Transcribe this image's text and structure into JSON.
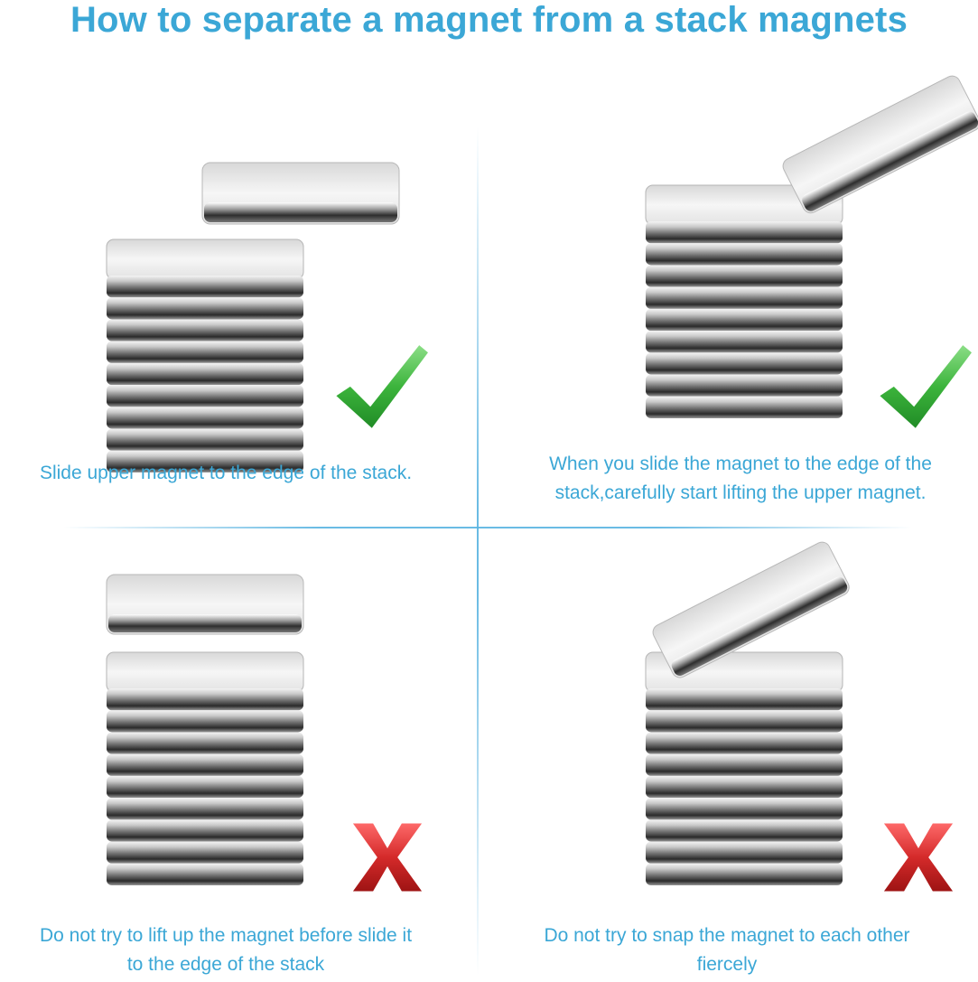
{
  "title": "How to separate a magnet from a stack magnets",
  "colors": {
    "title": "#3ba7d6",
    "caption": "#3ba7d6",
    "divider": "#5ab4e1",
    "check": "#3cb43c",
    "cross": "#d42a2a"
  },
  "panels": [
    {
      "status_icon": "check-icon",
      "caption_lines": [
        "Slide upper magnet to the edge of the stack."
      ]
    },
    {
      "status_icon": "check-icon",
      "caption_lines": [
        "When you slide the magnet to the edge of the",
        "stack,carefully start lifting the upper magnet."
      ]
    },
    {
      "status_icon": "cross-icon",
      "caption_lines": [
        "Do not try to lift up the magnet before slide it",
        "to the edge of the stack"
      ]
    },
    {
      "status_icon": "cross-icon",
      "caption_lines": [
        "Do not try to snap the magnet to each other",
        "fiercely"
      ]
    }
  ]
}
